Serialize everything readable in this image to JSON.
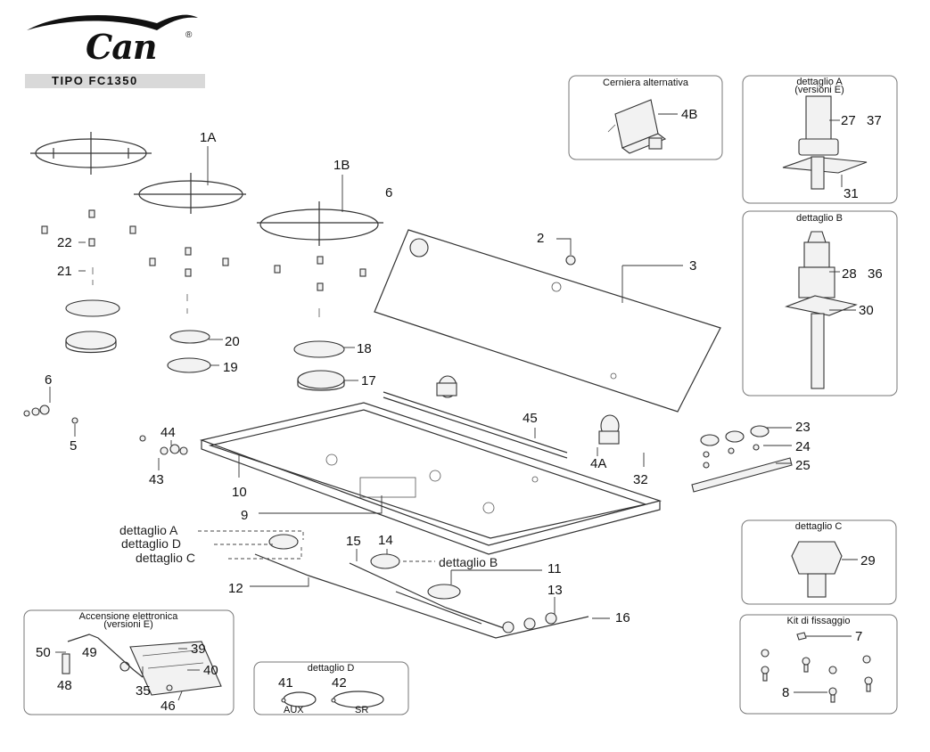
{
  "brand": {
    "logo_text": "Can",
    "registered_mark": "®"
  },
  "title": "TIPO FC1350",
  "insets": {
    "cerniera": {
      "title": "Cerniera alternativa",
      "labels": [
        "4B"
      ]
    },
    "dettaglio_a": {
      "title_line1": "dettaglio A",
      "title_line2": "(versioni E)",
      "labels": [
        "27",
        "37",
        "31"
      ]
    },
    "dettaglio_b": {
      "title": "dettaglio B",
      "labels": [
        "28",
        "36",
        "30"
      ]
    },
    "dettaglio_c": {
      "title": "dettaglio C",
      "labels": [
        "29"
      ]
    },
    "kit": {
      "title": "Kit di fissaggio",
      "labels": [
        "7",
        "8"
      ]
    },
    "accensione": {
      "title_line1": "Accensione elettronica",
      "title_line2": "(versioni E)",
      "labels": [
        "50",
        "49",
        "48",
        "35",
        "39",
        "40",
        "46"
      ]
    },
    "dettaglio_d": {
      "title": "dettaglio D",
      "labels": [
        "41",
        "42"
      ],
      "sub_labels": [
        "AUX",
        "SR"
      ]
    }
  },
  "callouts": {
    "dett_a": "dettaglio A",
    "dett_d": "dettaglio D",
    "dett_c": "dettaglio C",
    "dett_b": "dettaglio B"
  },
  "parts": [
    "1A",
    "1B",
    "6",
    "22",
    "21",
    "20",
    "19",
    "18",
    "17",
    "2",
    "3",
    "6",
    "5",
    "44",
    "43",
    "10",
    "9",
    "45",
    "4A",
    "32",
    "23",
    "24",
    "25",
    "15",
    "14",
    "11",
    "12",
    "13",
    "16"
  ]
}
